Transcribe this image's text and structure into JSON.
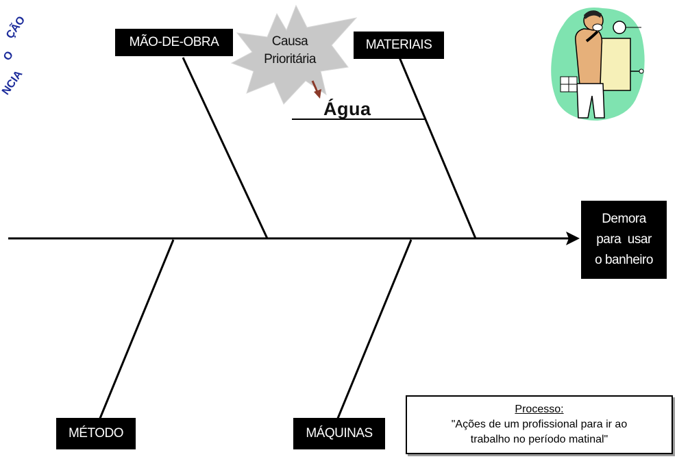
{
  "effect": {
    "lines": [
      "Demora",
      "para  usar",
      "o banheiro"
    ]
  },
  "categories": {
    "mao_de_obra": "MÃO-DE-OBRA",
    "materiais": "MATERIAIS",
    "metodo": "MÉTODO",
    "maquinas": "MÁQUINAS"
  },
  "priority_cause": {
    "label_lines": [
      "Causa",
      "Prioritária"
    ],
    "cause": "Água"
  },
  "process": {
    "title": "Processo:",
    "lines": [
      "\"Ações de um profissional para ir ao",
      "trabalho no período matinal\""
    ]
  },
  "stamp_text": {
    "top": "ÇÃO",
    "middle": "O",
    "bottom": "NCIA"
  },
  "colors": {
    "box_fill": "#000000",
    "box_text": "#ffffff",
    "burst_fill": "#c8c8c8",
    "arrow_small": "#8b3a2a",
    "stamp": "#1a2a9a",
    "clipart_bg": "#7fe3b0"
  },
  "icons": {
    "clipart": "man-shaving-clipart-icon",
    "burst": "starburst-icon"
  }
}
